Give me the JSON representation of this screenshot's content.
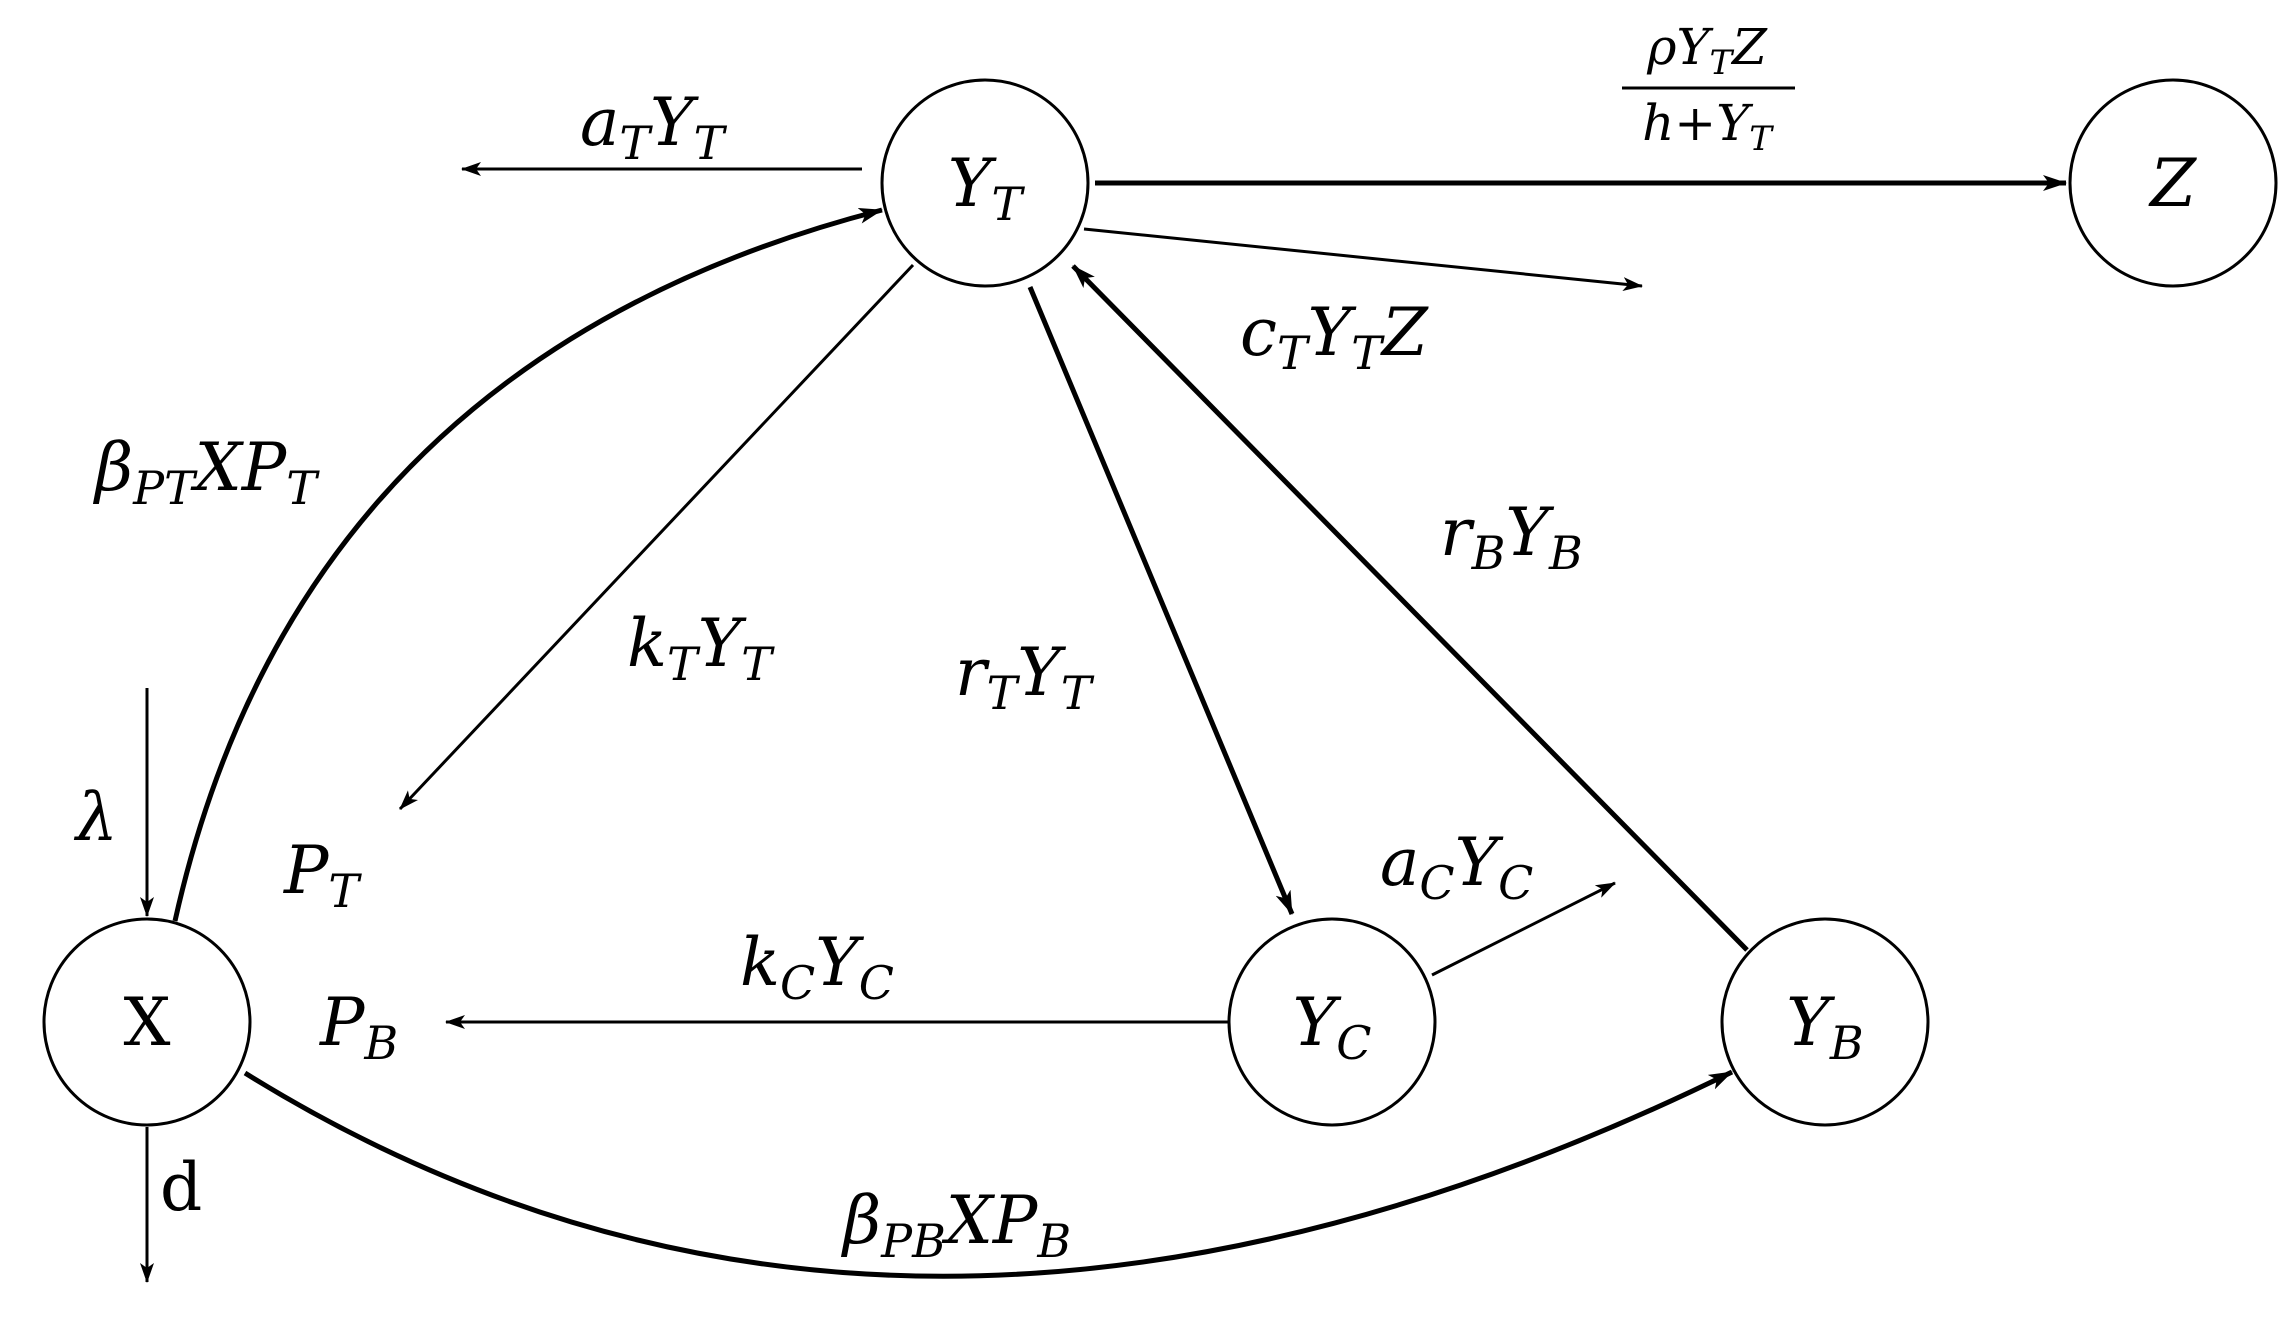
{
  "nodes": {
    "X": {
      "main": "X",
      "sub": ""
    },
    "YT": {
      "main": "Y",
      "sub": "T"
    },
    "Z": {
      "main": "Z",
      "sub": ""
    },
    "YC": {
      "main": "Y",
      "sub": "C"
    },
    "YB": {
      "main": "Y",
      "sub": "B"
    }
  },
  "pools": {
    "PT": {
      "main": "P",
      "sub": "T"
    },
    "PB": {
      "main": "P",
      "sub": "B"
    }
  },
  "edge_labels": {
    "aT_YT": {
      "a": "a",
      "a_sub": "T",
      "b": "Y",
      "b_sub": "T"
    },
    "cT_YT_Z": {
      "a": "c",
      "a_sub": "T",
      "b": "Y",
      "b_sub": "T",
      "c": "Z"
    },
    "kT_YT": {
      "a": "k",
      "a_sub": "T",
      "b": "Y",
      "b_sub": "T"
    },
    "rT_YT": {
      "a": "r",
      "a_sub": "T",
      "b": "Y",
      "b_sub": "T"
    },
    "rB_YB": {
      "a": "r",
      "a_sub": "B",
      "b": "Y",
      "b_sub": "B"
    },
    "aC_YC": {
      "a": "a",
      "a_sub": "C",
      "b": "Y",
      "b_sub": "C"
    },
    "kC_YC": {
      "a": "k",
      "a_sub": "C",
      "b": "Y",
      "b_sub": "C"
    },
    "beta_PT": {
      "a": "β",
      "a_sub": "PT",
      "b": "XP",
      "b_sub": "T"
    },
    "beta_PB": {
      "a": "β",
      "a_sub": "PB",
      "b": "XP",
      "b_sub": "B"
    },
    "lambda": {
      "a": "λ"
    },
    "d": {
      "a": "d"
    },
    "predation": {
      "num_a": "ρY",
      "num_sub": "T",
      "num_b": "Z",
      "den_a": "h+Y",
      "den_sub": "T"
    }
  }
}
